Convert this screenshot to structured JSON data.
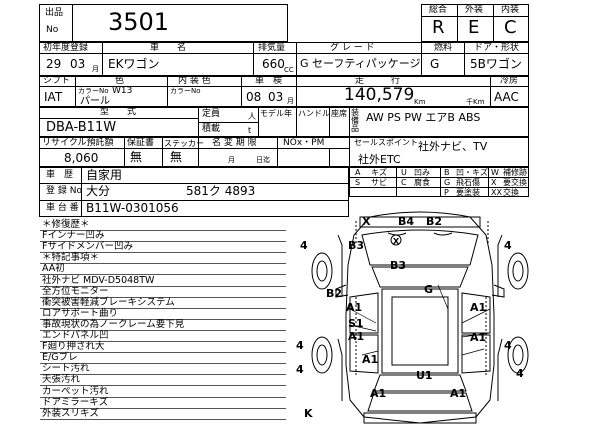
{
  "header": {
    "lot_label_1": "出品",
    "lot_label_2": "No",
    "lot_number": "3501",
    "grade_overall_label": "総合",
    "grade_exterior_label": "外装",
    "grade_interior_label": "内装",
    "grade_overall": "R",
    "grade_exterior": "E",
    "grade_interior": "C"
  },
  "row1": {
    "first_reg_label": "初年度登録",
    "car_name_label": "車　　名",
    "displacement_label": "排気量",
    "grade_label": "グ レ ー ド",
    "fuel_label": "燃料",
    "door_label": "ドア・形状",
    "year": "29",
    "month": "03",
    "month_unit": "月",
    "car_name": "EKワゴン",
    "displacement": "660",
    "displacement_unit": "CC",
    "grade": "G セーフティパッケージ",
    "fuel": "G",
    "body_type": "5Bワゴン"
  },
  "row2": {
    "shift_label": "シフト",
    "color_label": "色",
    "interior_color_label": "内 装 色",
    "inspection_label": "車　検",
    "mileage_label": "走　　　行",
    "ac_label": "冷房",
    "shift": "IAT",
    "color_no_label": "カラーNo",
    "color_no": "W13",
    "color": "パール",
    "interior_color_no_label": "カラーNo",
    "inspection_year": "08",
    "inspection_month": "03",
    "inspection_month_unit": "月",
    "mileage": "140,579",
    "mileage_unit": "Km",
    "mileage_unit_2": "千Km",
    "ac": "AAC"
  },
  "row3": {
    "model_label": "型　　式",
    "capacity_label": "定員",
    "capacity_unit": "人",
    "model_year_label": "モデル年",
    "handle_label": "ハンドル",
    "seat_label": "座席",
    "load_label": "積載",
    "load_unit": "t",
    "equipment_label": "装備品",
    "model": "DBA-B11W",
    "equipment": "AW PS PW エアB ABS"
  },
  "row4": {
    "recycle_label": "リサイクル預託額",
    "warranty_label": "保証書",
    "sticker_label": "ステッカー",
    "deadline_label": "名 変 期 限",
    "nox_label": "NOx・PM",
    "sales_point_label": "セールスポイント",
    "recycle_amount": "8,060",
    "warranty": "無",
    "sticker": "無",
    "deadline_month_unit": "月",
    "deadline_day_unit": "日迄",
    "sales_point_1": "社外ナビ、TV",
    "sales_point_2": "社外ETC"
  },
  "row5": {
    "history_label": "車　歴",
    "history": "自家用",
    "reg_no_label": "登 録 No",
    "reg_area": "大分",
    "reg_number": "581ク 4893",
    "chassis_label": "車 台 番",
    "chassis": "B11W-0301056"
  },
  "legend": [
    [
      "A",
      "キズ",
      "U",
      "凹み",
      "B",
      "凹・キズ",
      "W",
      "補修跡"
    ],
    [
      "S",
      "サビ",
      "C",
      "腐食",
      "G",
      "飛石傷",
      "X",
      "要交換"
    ],
    [
      "",
      "",
      "",
      "",
      "P",
      "要塗装",
      "XX",
      "交換"
    ]
  ],
  "notes": [
    "＊修復歴＊",
    "Fインナー凹み",
    "Fサイドメンバー凹み",
    "＊特記事項＊",
    "AA初",
    "社外ナビ MDV-D5048TW",
    "全方位モニター",
    "衝突被害軽減ブレーキシステム",
    "ロアサポート曲り",
    "事故現状の為ノークレーム要下見",
    "エンドパネル凹",
    "F廻り押され大",
    "E/Gブレ",
    "シート汚れ",
    "天張汚れ",
    "カーペット汚れ",
    "ドアミラーキズ",
    "外装スリキズ"
  ],
  "diagram": {
    "marks": {
      "x_top": "X",
      "b4": "B4",
      "b2_top": "B2",
      "b3_left": "B3",
      "x_circle": "X",
      "four_tl": "4",
      "four_tr": "4",
      "b3_hood": "B3",
      "b2_left": "B2",
      "g": "G",
      "a1_l1": "A1",
      "a1_r1": "A1",
      "s1": "S1",
      "a1_l2": "A1",
      "a1_l3": "A1",
      "a1_r2": "A1",
      "four_ml": "4",
      "four_mr": "4",
      "u1": "U1",
      "four_bl": "4",
      "four_br": "4",
      "a1_b1": "A1",
      "a1_b2": "A1",
      "k": "K"
    }
  }
}
